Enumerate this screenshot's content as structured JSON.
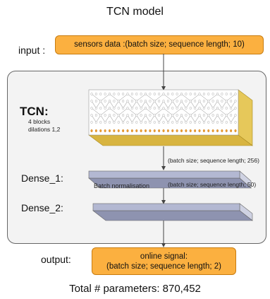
{
  "title": "TCN model",
  "input": {
    "label": "input :",
    "box": "sensors data :(batch size; sequence length; 10)"
  },
  "tcn": {
    "title": "TCN:",
    "blocks": "4 blocks",
    "dilations": "dilations 1,2"
  },
  "dense1": {
    "label": "Dense_1:",
    "shape_in": "(batch size; sequence length; 256)"
  },
  "dense2": {
    "label": "Dense_2:",
    "shape_in": "(batch size; sequence length; 50)",
    "note": "Batch normalisation"
  },
  "output": {
    "label": "output:",
    "line1": "online signal:",
    "line2": "(batch size; sequence length; 2)"
  },
  "footer": "Total # parameters: 870,452",
  "colors": {
    "orange": "#fbb040",
    "tcn_side": "#e8d070",
    "dense": "#a9aec8",
    "panel": "#f3f3f3"
  }
}
